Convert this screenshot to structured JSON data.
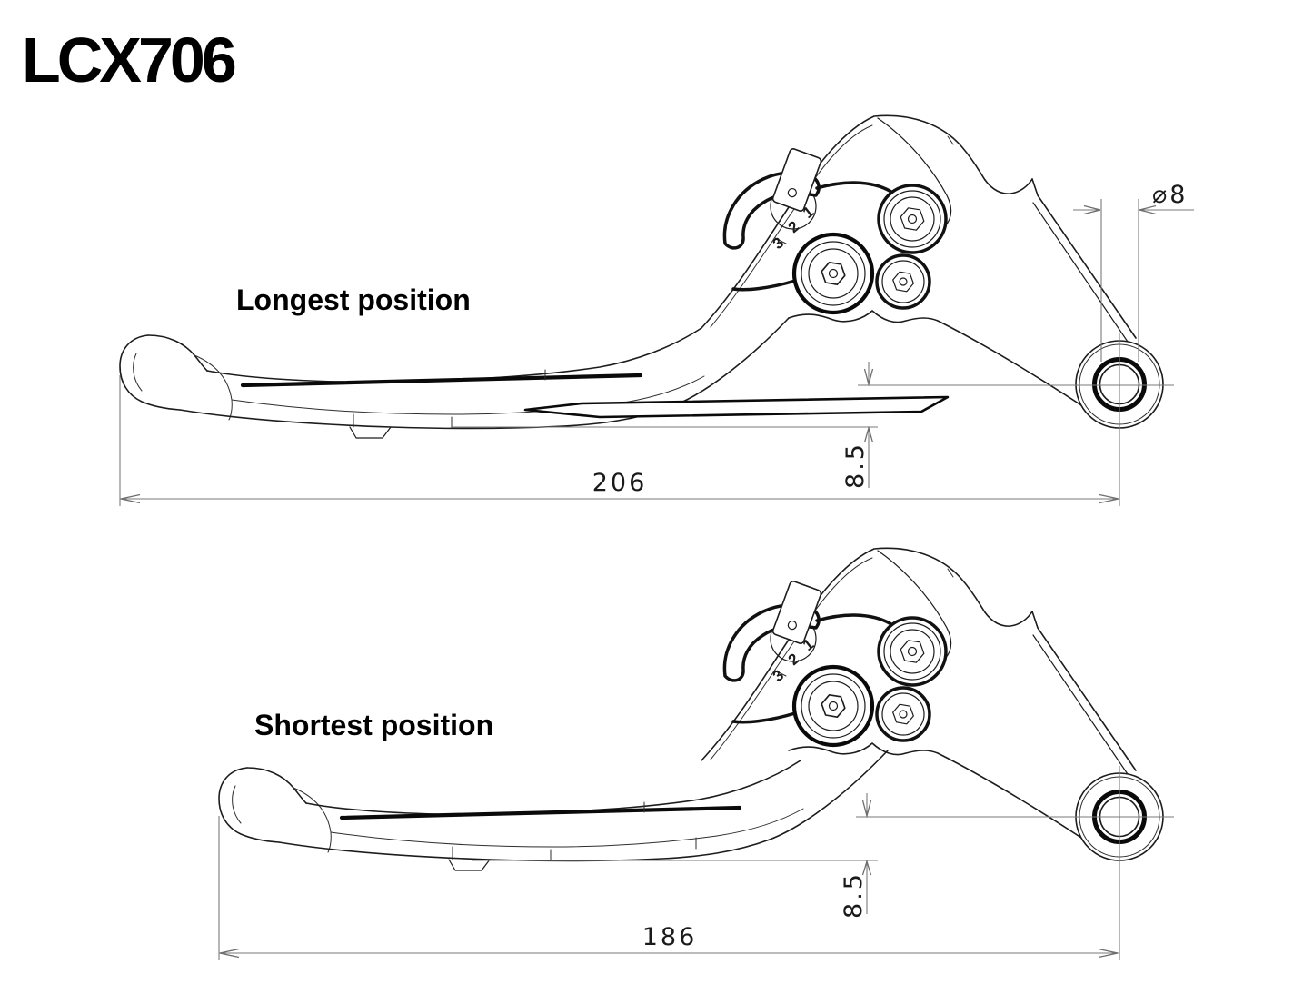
{
  "title": "LCX706",
  "adjuster_positions": [
    "3",
    "2",
    "1"
  ],
  "views": [
    {
      "label": "Longest position",
      "length": "206",
      "pivot_offset": "8.5"
    },
    {
      "label": "Shortest position",
      "length": "186",
      "pivot_offset": "8.5"
    }
  ],
  "pivot_hole_diameter": "⌀8",
  "colors": {
    "outline": "#1c1c1c",
    "dimension_lines": "#7a7a7a",
    "text": "#000000",
    "background": "#ffffff"
  }
}
